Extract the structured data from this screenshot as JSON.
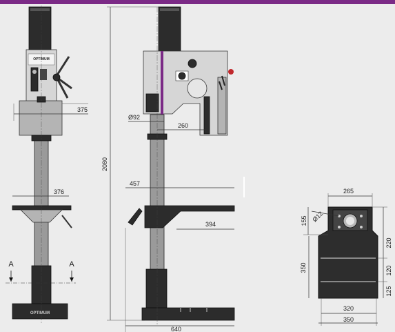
{
  "dimensions": {
    "front_height": "2080",
    "front_head_offset": "375",
    "front_table_offset": "376",
    "side_spindle_dia": "Ø92",
    "side_spindle_reach": "260",
    "side_table_reach": "457",
    "side_table_width": "394",
    "side_base_length": "640",
    "base_top_width": "265",
    "base_slot_depth": "155",
    "base_hole_dia": "Ø12",
    "base_right_top": "220",
    "base_left_height": "350",
    "base_right_mid": "120",
    "base_right_bottom": "125",
    "base_inner_width": "320",
    "base_outer_width": "350"
  },
  "section_marks": {
    "left": "A",
    "right": "A"
  },
  "logos": {
    "front_panel": "OPTIMUM",
    "base": "OPTIMUM"
  },
  "colors": {
    "accent": "#7b2a86",
    "stop_button": "#c0282c"
  }
}
